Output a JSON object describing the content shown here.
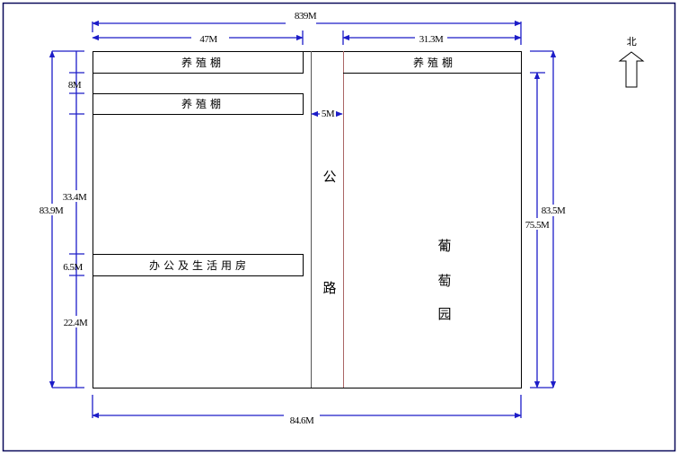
{
  "plan": {
    "greenhouse_top_left": "养殖棚",
    "greenhouse_second_left": "养殖棚",
    "greenhouse_top_right": "养殖棚",
    "office": "办公及生活用房",
    "road_char_1": "公",
    "road_char_2": "路",
    "vineyard_1": "葡",
    "vineyard_2": "萄",
    "vineyard_3": "园",
    "north": "北"
  },
  "dimensions": {
    "total_width_top": "839M",
    "left_width": "47M",
    "right_width": "31.3M",
    "road_width": "5M",
    "left_total_height": "83.9M",
    "gap_height": "8M",
    "mid_height": "33.4M",
    "office_height": "6.5M",
    "bottom_height": "22.4M",
    "vineyard_height": "75.5M",
    "right_total_height": "83.5M",
    "total_width_bottom": "84.6M"
  },
  "colors": {
    "dimension": "#1c1cc8",
    "frame": "#0a0a5a"
  }
}
